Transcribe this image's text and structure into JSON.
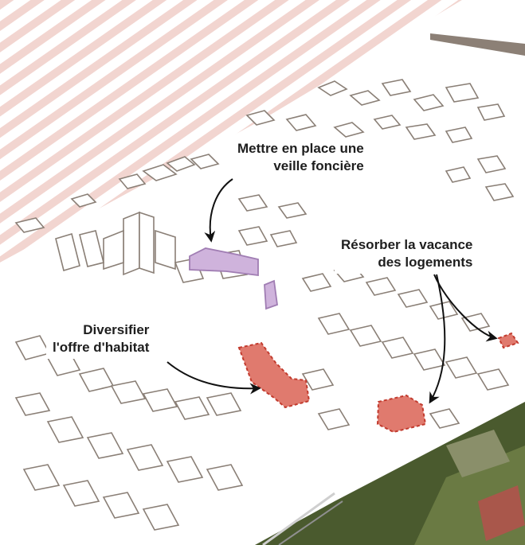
{
  "annotations": [
    {
      "id": "veille-fonciere",
      "lines": [
        "Mettre en place une",
        "veille foncière"
      ],
      "align": "right",
      "highlight_color": "#c9a4d6"
    },
    {
      "id": "vacance-logements",
      "lines": [
        "Résorber la vacance",
        "des logements"
      ],
      "align": "right",
      "highlight_color": "#d9534f"
    },
    {
      "id": "offre-habitat",
      "lines": [
        "Diversifier",
        "l'offre d'habitat"
      ],
      "align": "right",
      "highlight_color": "#d9534f"
    }
  ],
  "colors": {
    "outline": "#8a7f76",
    "hatch": "#f2d5d0",
    "purple_fill": "#cfb3dc",
    "purple_stroke": "#a07db3",
    "red_fill": "#e07a6e",
    "red_stroke": "#c23b2e",
    "arrow": "#111111",
    "aerial_green": "#5b6b3a",
    "aerial_roof": "#a9574b"
  },
  "icons": [
    "curved-arrow-icon"
  ]
}
